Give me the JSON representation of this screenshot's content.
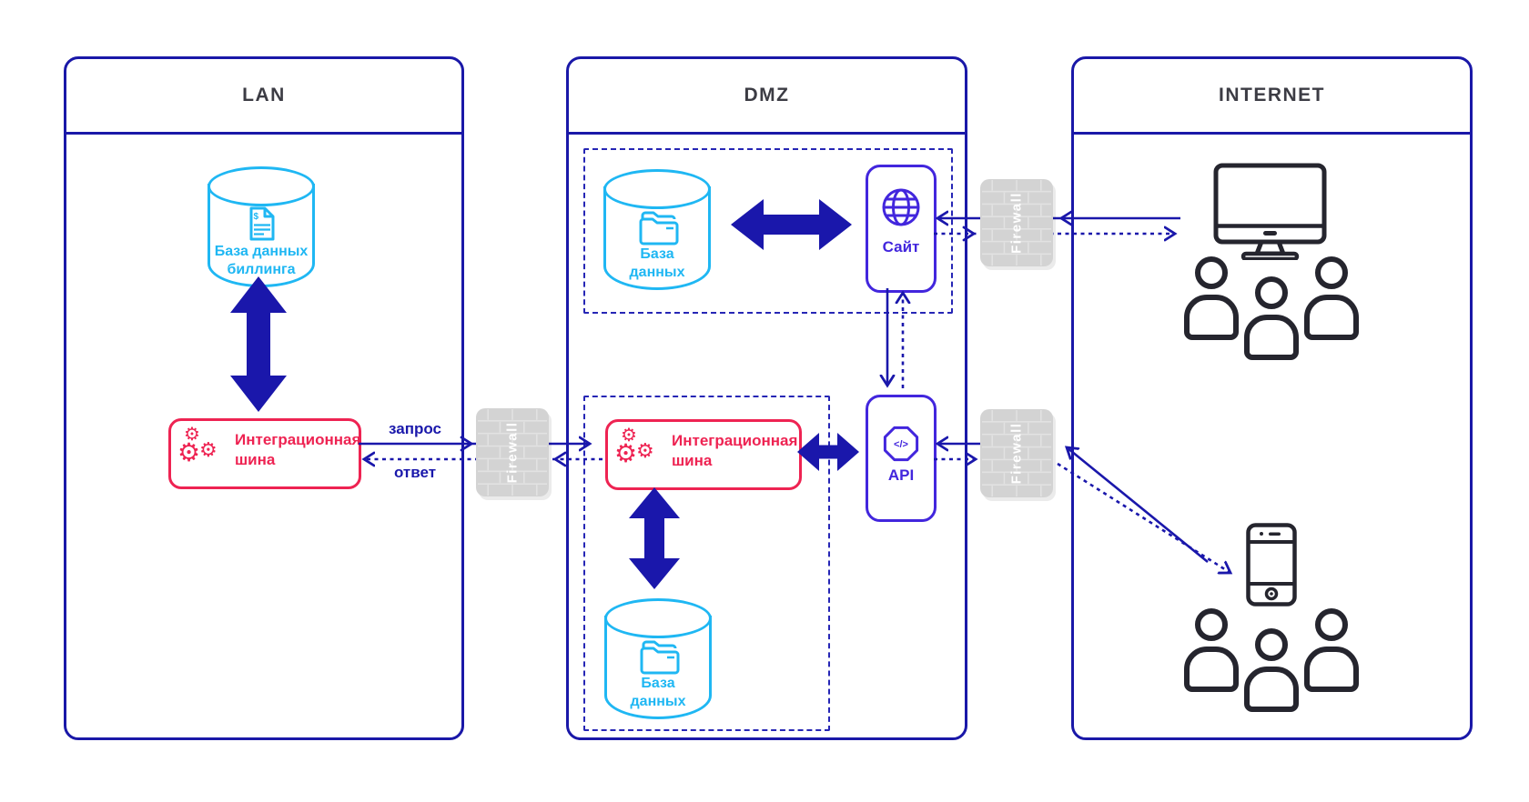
{
  "zones": {
    "lan": {
      "title": "LAN"
    },
    "dmz": {
      "title": "DMZ"
    },
    "internet": {
      "title": "INTERNET"
    }
  },
  "nodes": {
    "billing_db": {
      "lines": [
        "База данных",
        "биллинга"
      ]
    },
    "lan_bus": {
      "lines": [
        "Интеграционная",
        "шина"
      ]
    },
    "web_db": {
      "lines": [
        "База",
        "данных"
      ]
    },
    "site": {
      "label": "Сайт"
    },
    "dmz_bus": {
      "lines": [
        "Интеграционная",
        "шина"
      ]
    },
    "api": {
      "label": "API"
    },
    "bus_db": {
      "lines": [
        "База",
        "данных"
      ]
    }
  },
  "firewall": {
    "label": "Firewall"
  },
  "edges": {
    "request_label": "запрос",
    "response_label": "ответ"
  },
  "colors": {
    "zone_border": "#1a18a8",
    "arrow_navy": "#1a17ab",
    "database_cyan": "#1fb7f3",
    "bus_red": "#ee2352",
    "app_purple": "#4226dd",
    "firewall_gray": "#d3d3d3",
    "device_dark": "#25252e"
  }
}
